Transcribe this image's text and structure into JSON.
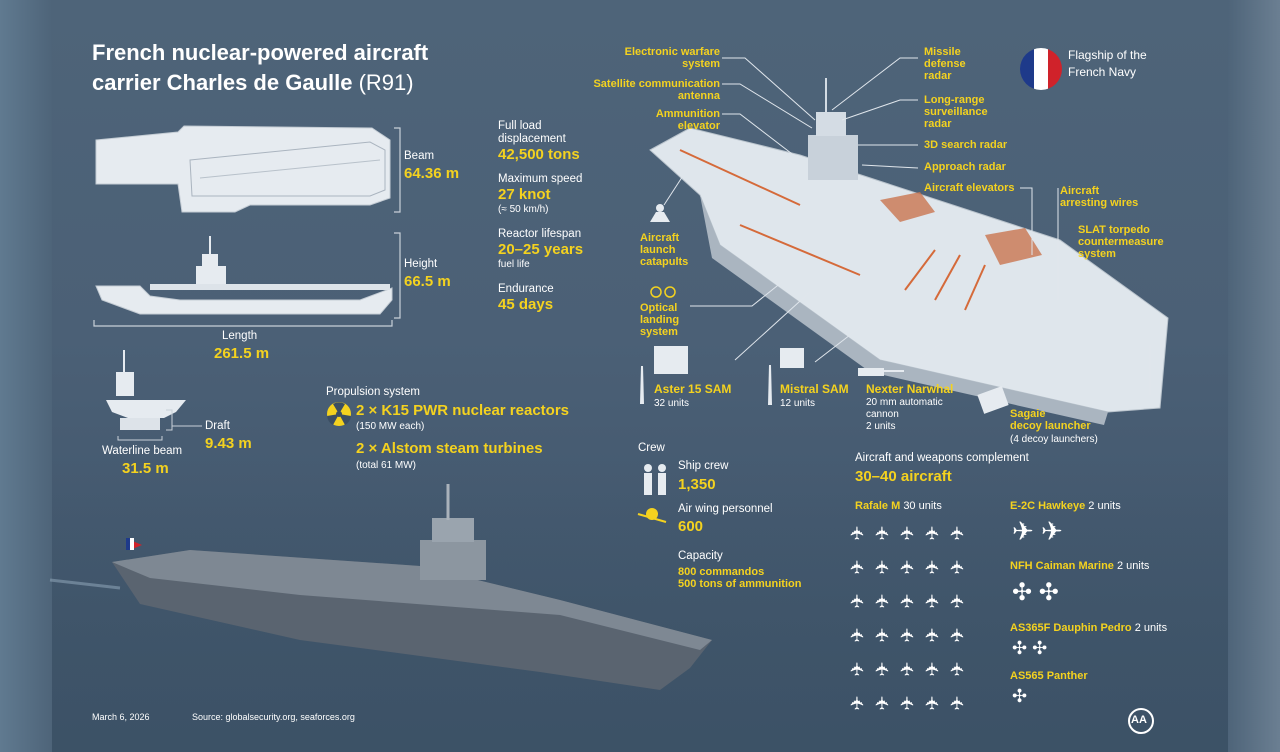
{
  "title": {
    "line1": "French nuclear-powered aircraft",
    "line2": "carrier Charles de Gaulle",
    "code": "(R91)"
  },
  "flag_text": {
    "line1": "Flagship of the",
    "line2": "French Navy"
  },
  "dimensions": {
    "beam_label": "Beam",
    "beam_value": "64.36 m",
    "height_label": "Height",
    "height_value": "66.5 m",
    "length_label": "Length",
    "length_value": "261.5 m",
    "draft_label": "Draft",
    "draft_value": "9.43 m",
    "waterline_label": "Waterline beam",
    "waterline_value": "31.5 m"
  },
  "specs": {
    "displacement_label1": "Full load",
    "displacement_label2": "displacement",
    "displacement_value": "42,500 tons",
    "speed_label": "Maximum speed",
    "speed_value": "27 knot",
    "speed_note": "(≈ 50 km/h)",
    "reactor_label": "Reactor lifespan",
    "reactor_value": "20–25 years",
    "reactor_note": "fuel life",
    "endurance_label": "Endurance",
    "endurance_value": "45 days"
  },
  "propulsion": {
    "label": "Propulsion system",
    "reactors": "2 × K15 PWR nuclear reactors",
    "reactors_note": "(150 MW each)",
    "turbines": "2 × Alstom steam turbines",
    "turbines_note": "(total 61 MW)"
  },
  "crew": {
    "label": "Crew",
    "ship_label": "Ship crew",
    "ship_value": "1,350",
    "air_label": "Air wing personnel",
    "air_value": "600",
    "capacity_label": "Capacity",
    "capacity_line1": "800 commandos",
    "capacity_line2": "500 tons of ammunition"
  },
  "callouts": {
    "ew": [
      "Electronic warfare",
      "system"
    ],
    "satcom": [
      "Satellite communication",
      "antenna"
    ],
    "ammo": [
      "Ammunition",
      "elevator"
    ],
    "missile_radar": [
      "Missile",
      "defense",
      "radar"
    ],
    "lr_radar": [
      "Long-range",
      "surveillance",
      "radar"
    ],
    "search_3d": "3D search radar",
    "approach": "Approach radar",
    "elevators": "Aircraft elevators",
    "arresting": [
      "Aircraft",
      "arresting wires"
    ],
    "slat": [
      "SLAT torpedo",
      "countermeasure",
      "system"
    ],
    "catapults": [
      "Aircraft",
      "launch",
      "catapults"
    ],
    "optical": [
      "Optical",
      "landing",
      "system"
    ]
  },
  "weapons": {
    "aster_name": "Aster 15 SAM",
    "aster_units": "32 units",
    "mistral_name": "Mistral SAM",
    "mistral_units": "12 units",
    "narwhal_name": "Nexter Narwhal",
    "narwhal_desc1": "20 mm automatic",
    "narwhal_desc2": "cannon",
    "narwhal_units": "2 units",
    "sagaie_name1": "Sagaie",
    "sagaie_name2": "decoy launcher",
    "sagaie_units": "(4 decoy launchers)"
  },
  "aircraft": {
    "complement_label": "Aircraft and weapons complement",
    "complement_value": "30–40 aircraft",
    "rafale_name": "Rafale M",
    "rafale_units": "30 units",
    "hawkeye_name": "E-2C Hawkeye",
    "hawkeye_units": "2 units",
    "caiman_name": "NFH Caiman Marine",
    "caiman_units": "2 units",
    "dauphin_name": "AS365F Dauphin Pedro",
    "dauphin_units": "2 units",
    "panther_name": "AS565 Panther",
    "rafale_count": 30
  },
  "footer": {
    "date": "March 6, 2026",
    "source": "Source: globalsecurity.org, seaforces.org",
    "logo": "AA"
  },
  "colors": {
    "accent": "#f4d21f",
    "background": "#4b6076",
    "flag_blue": "#1e3a8a",
    "flag_red": "#d0222a"
  }
}
